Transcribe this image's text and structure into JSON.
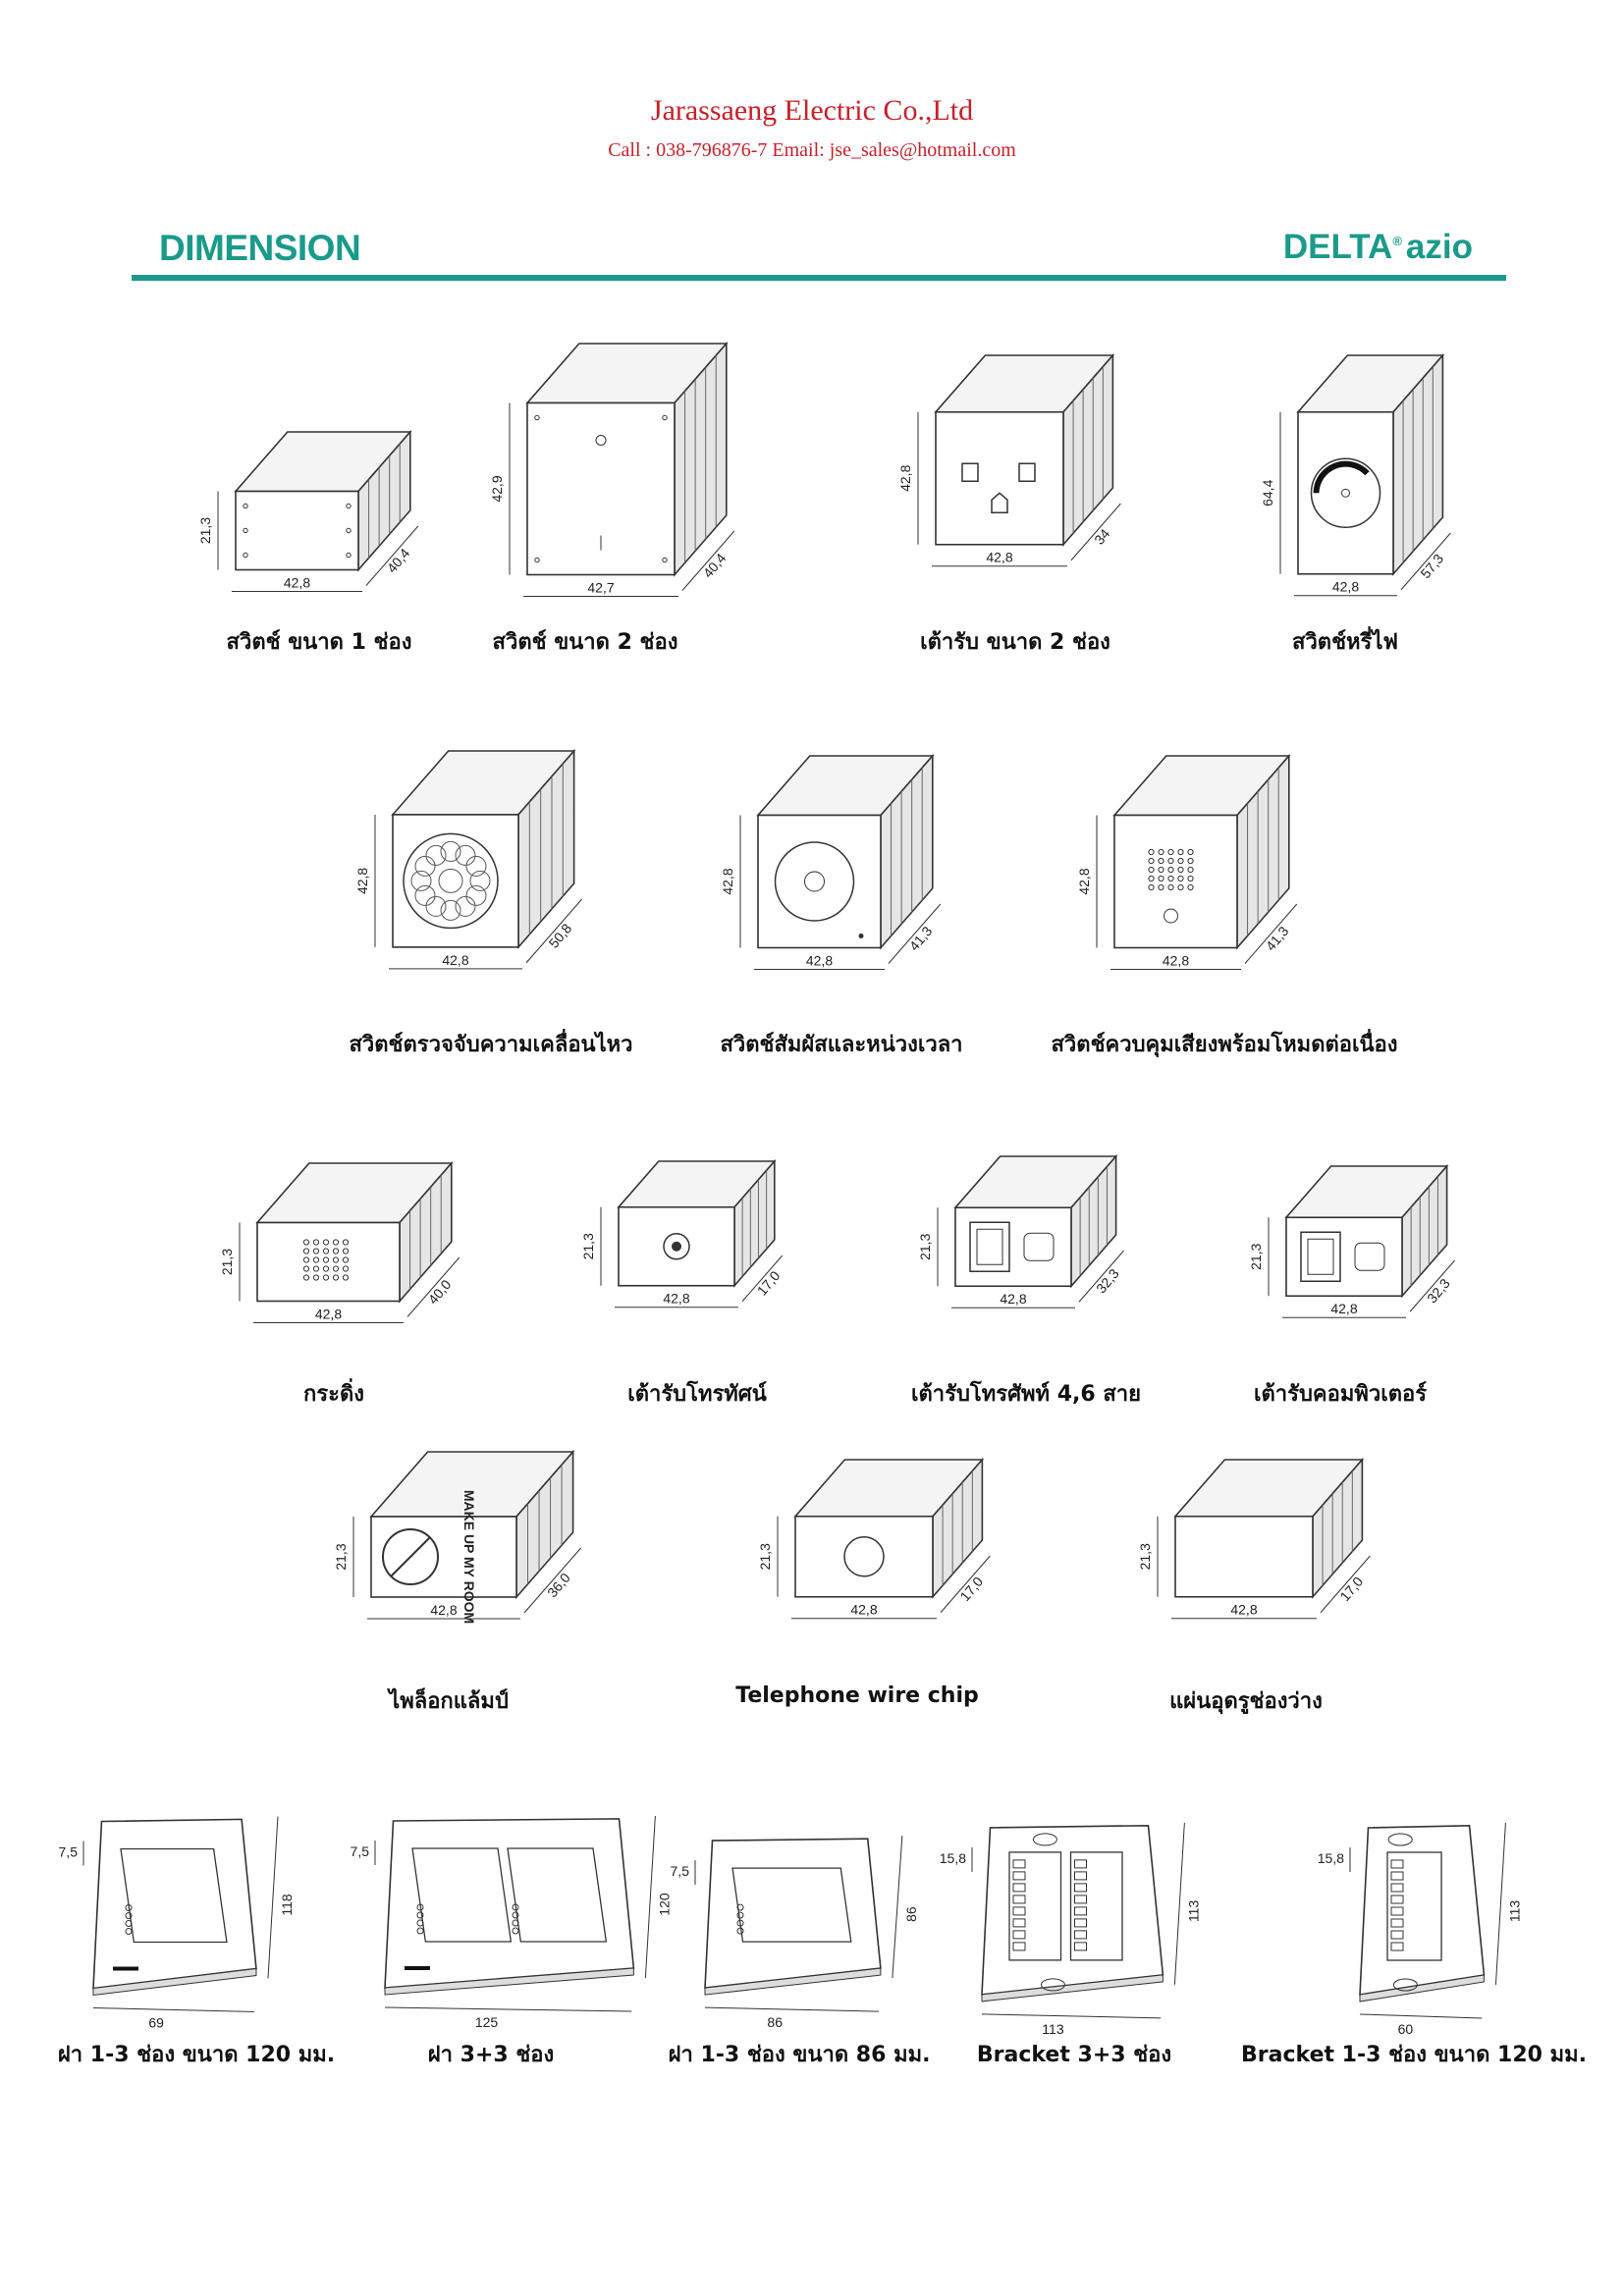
{
  "header": {
    "company": "Jarassaeng Electric Co.,Ltd",
    "contact": "Call : 038-796876-7 Email: jse_sales@hotmail.com",
    "section": "DIMENSION",
    "brand_main": "DELTA",
    "brand_mark": "®",
    "brand_sub": "azio"
  },
  "colors": {
    "accent": "#1a9a8a",
    "company": "#c8202a"
  },
  "items": [
    {
      "label": "สวิตช์ ขนาด 1 ช่อง",
      "h": "21,3",
      "w": "42,8",
      "d": "40,4"
    },
    {
      "label": "สวิตช์ ขนาด 2 ช่อง",
      "h": "42,9",
      "w": "42,7",
      "d": "40,4"
    },
    {
      "label": "เต้ารับ ขนาด 2 ช่อง",
      "h": "42,8",
      "w": "42,8",
      "d": "34"
    },
    {
      "label": "สวิตช์หรี่ไฟ",
      "h": "64,4",
      "w": "42,8",
      "d": "57,3"
    },
    {
      "label": "สวิตช์ตรวจจับความเคลื่อนไหว",
      "h": "42,8",
      "w": "42,8",
      "d": "50,8"
    },
    {
      "label": "สวิตช์สัมผัสและหน่วงเวลา",
      "h": "42,8",
      "w": "42,8",
      "d": "41,3"
    },
    {
      "label": "สวิตช์ควบคุมเสียงพร้อมโหมดต่อเนื่อง",
      "h": "42,8",
      "w": "42,8",
      "d": "41,3"
    },
    {
      "label": "กระดิ่ง",
      "h": "21,3",
      "w": "42,8",
      "d": "40,0"
    },
    {
      "label": "เต้ารับโทรทัศน์",
      "h": "21,3",
      "w": "42,8",
      "d": "17,0"
    },
    {
      "label": "เต้ารับโทรศัพท์ 4,6 สาย",
      "h": "21,3",
      "w": "42,8",
      "d": "32,3"
    },
    {
      "label": "เต้ารับคอมพิวเตอร์",
      "h": "21,3",
      "w": "42,8",
      "d": "32,3"
    },
    {
      "label": "ไพล็อกแล้มป์",
      "h": "21,3",
      "w": "42,8",
      "d": "36,0",
      "face_text": "MAKE UP MY ROOM"
    },
    {
      "label": "Telephone wire chip",
      "h": "21,3",
      "w": "42,8",
      "d": "17,0"
    },
    {
      "label": "แผ่นอุดรูช่องว่าง",
      "h": "21,3",
      "w": "42,8",
      "d": "17,0"
    },
    {
      "label": "ฝา 1-3 ช่อง ขนาด 120 มม.",
      "h": "7,5",
      "w": "69",
      "d": "118"
    },
    {
      "label": "ฝา 3+3 ช่อง",
      "h": "7,5",
      "w": "125",
      "d": "120"
    },
    {
      "label": "ฝา 1-3 ช่อง ขนาด 86 มม.",
      "h": "7,5",
      "w": "86",
      "d": "86"
    },
    {
      "label": "Bracket 3+3 ช่อง",
      "h": "15,8",
      "w": "113",
      "d": "113"
    },
    {
      "label": "Bracket 1-3 ช่อง ขนาด 120 มม.",
      "h": "15,8",
      "w": "60",
      "d": "113"
    }
  ]
}
